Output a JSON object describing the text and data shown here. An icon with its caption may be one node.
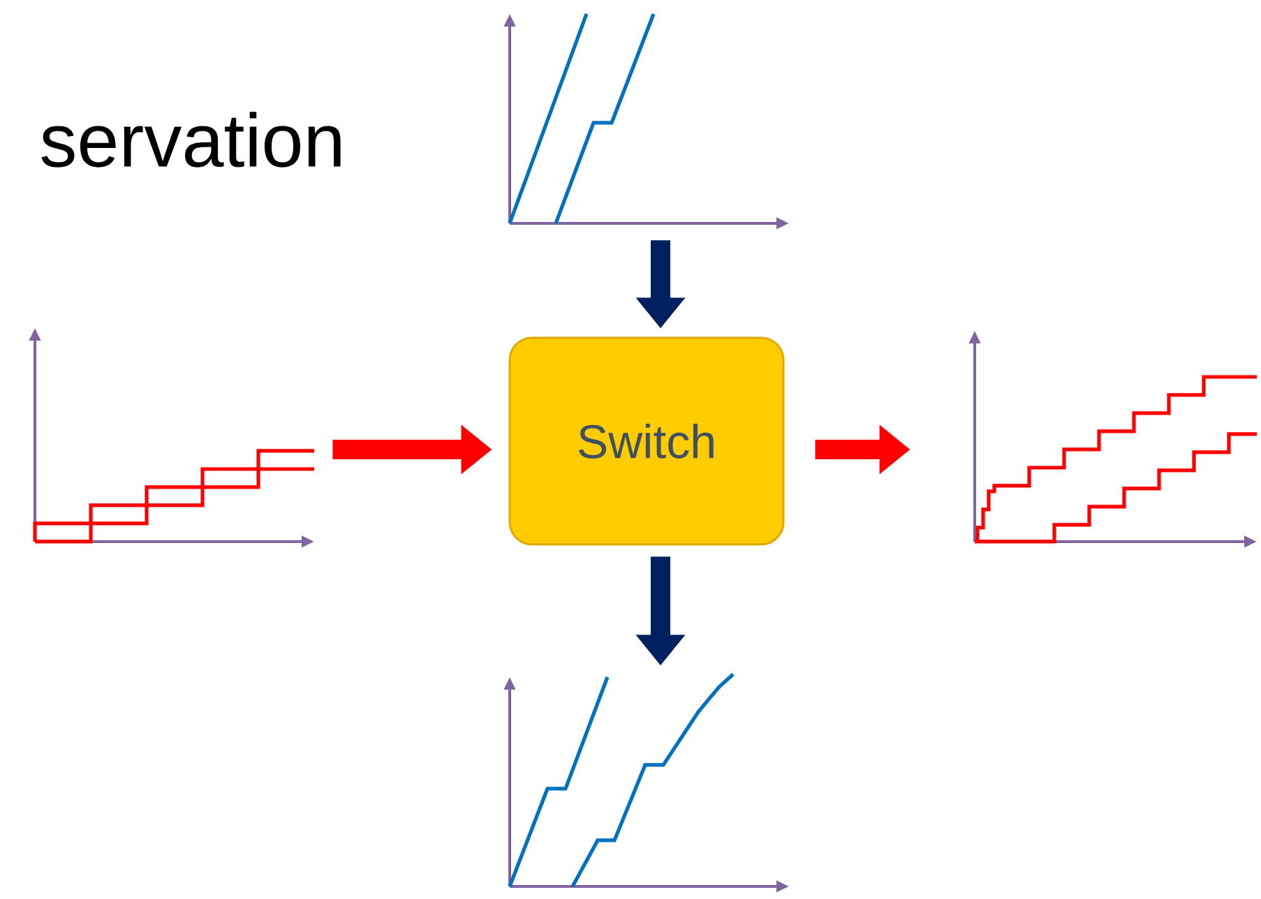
{
  "diagram": {
    "title": "servation",
    "nodes": [
      {
        "text": [],
        "shape": "picture"
      },
      {
        "text": [],
        "shape": "picture"
      },
      {
        "text": [
          "Switch"
        ]
      },
      {
        "text": [],
        "shape": "picture"
      },
      {
        "text": [],
        "shape": "picture"
      }
    ],
    "edges": [
      {
        "from": 0,
        "to": 2,
        "arrow": "to",
        "color": "#002060"
      },
      {
        "from": 1,
        "to": 2,
        "arrow": "to",
        "color": "#ff0000"
      },
      {
        "from": 2,
        "to": 3,
        "arrow": "to",
        "color": "#ff0000"
      },
      {
        "from": 2,
        "to": 4,
        "arrow": "to",
        "color": "#002060"
      }
    ]
  }
}
